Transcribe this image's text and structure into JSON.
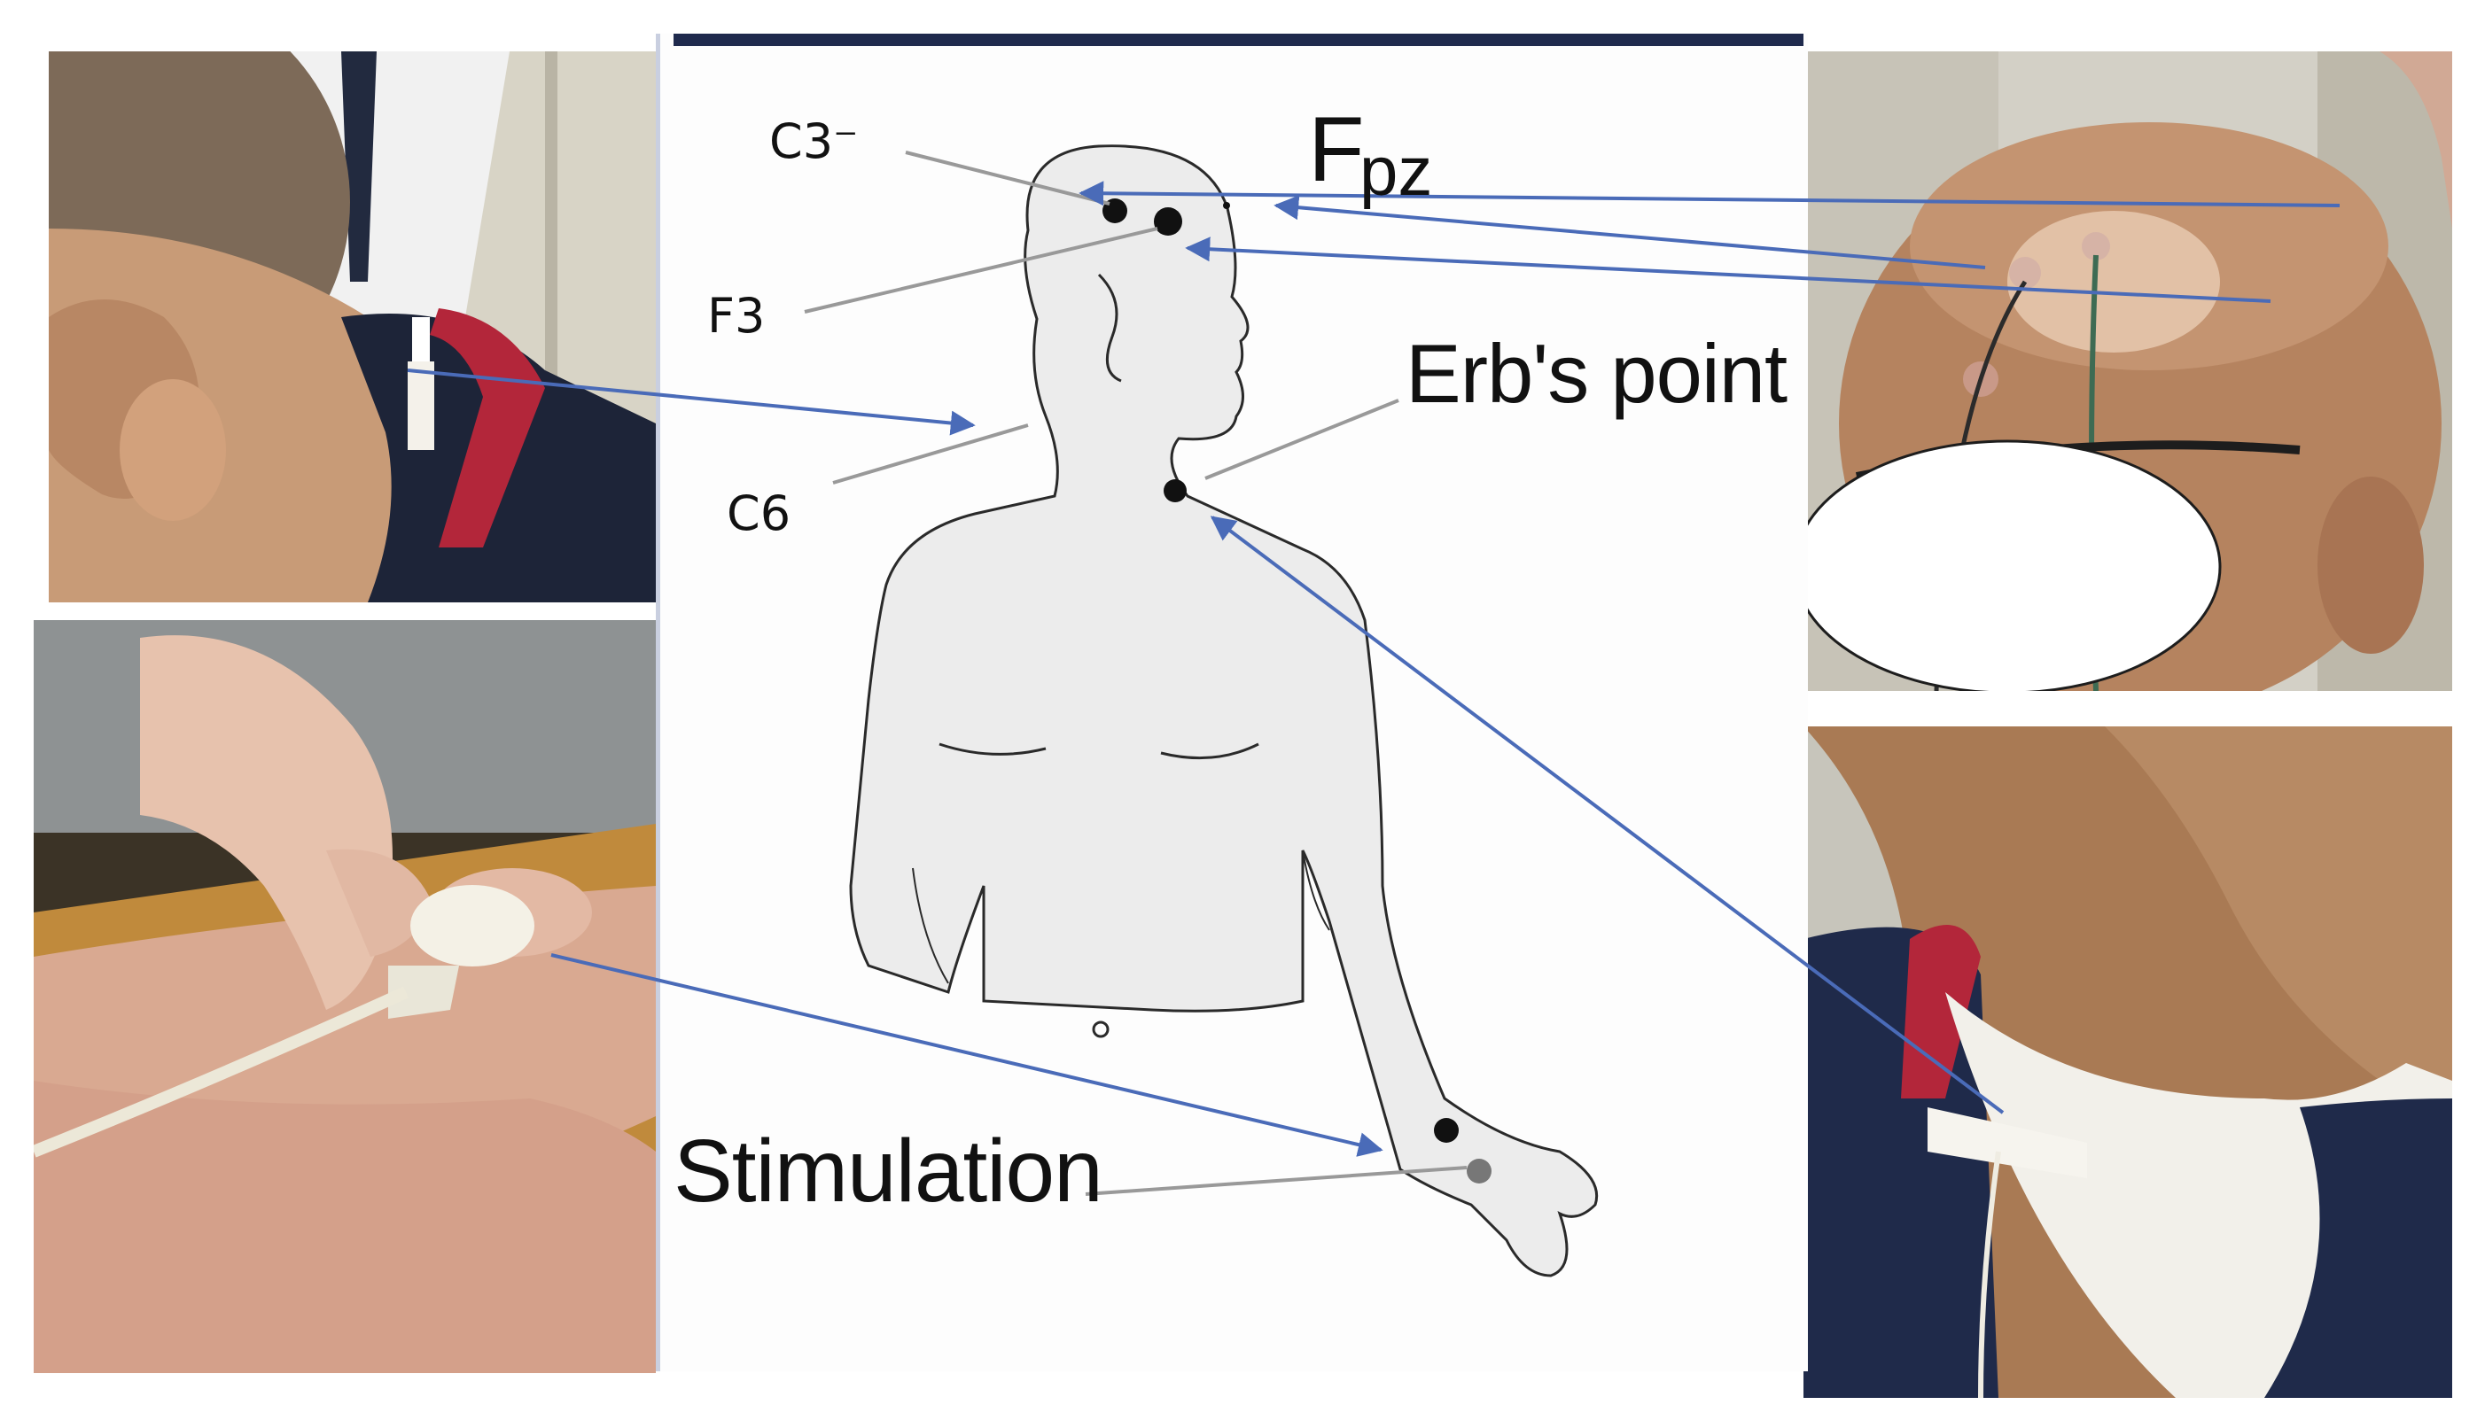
{
  "labels": {
    "c3": "C3⁻",
    "f3": "F3",
    "c6": "C6",
    "fpz_main": "F",
    "fpz_sub": "pz",
    "erbs_point": "Erb's point",
    "stimulation": "Stimulation"
  },
  "colors": {
    "arrow": "#4a6bb8",
    "pointer_line": "#999999",
    "electrode": "#111111",
    "diagram_border": "#1f2a4d",
    "skin": "#b98a67",
    "shirt": "#1d2438",
    "collar": "#b3263a"
  },
  "photos": [
    {
      "name": "photo-neck-back",
      "icon": "neck-electrode-photo"
    },
    {
      "name": "photo-wrist-stimulation",
      "icon": "wrist-stimulator-photo"
    },
    {
      "name": "photo-scalp-electrodes",
      "icon": "scalp-electrode-photo"
    },
    {
      "name": "photo-neck-erb",
      "icon": "erb-point-electrode-photo"
    }
  ]
}
